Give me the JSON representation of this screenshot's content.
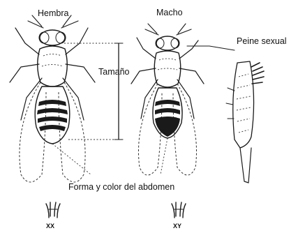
{
  "labels": {
    "female": "Hembra",
    "male": "Macho",
    "sex_comb": "Peine sexual",
    "size": "Tamaño",
    "abdomen": "Forma y color del abdomen",
    "female_karyotype": "XX",
    "male_karyotype": "XY"
  }
}
